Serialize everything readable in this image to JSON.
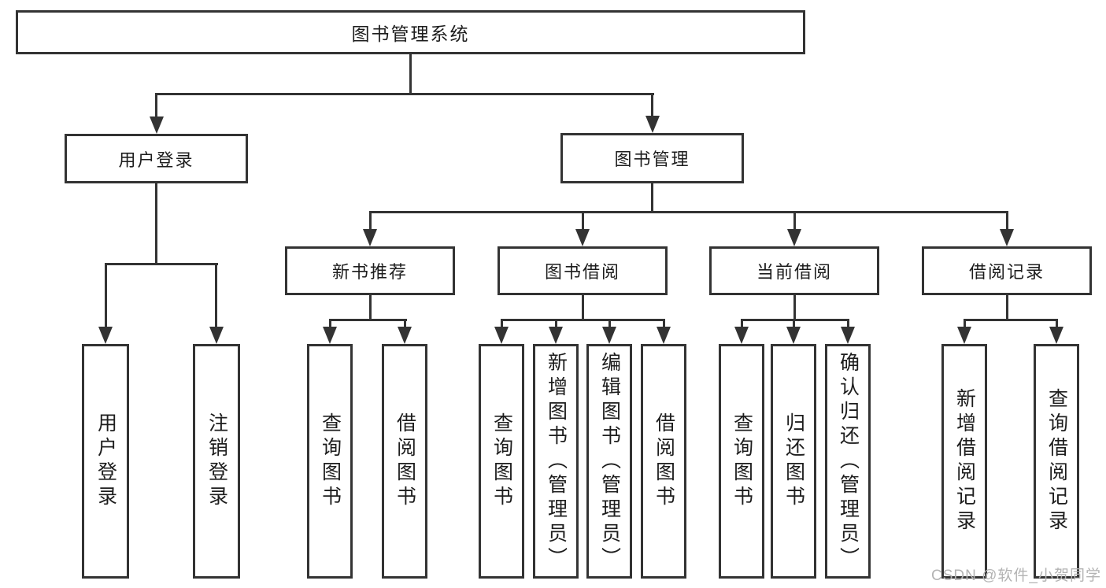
{
  "diagram": {
    "root": {
      "label": "图书管理系统"
    },
    "level2": [
      {
        "label": "用户登录"
      },
      {
        "label": "图书管理"
      }
    ],
    "level3": [
      {
        "label": "新书推荐"
      },
      {
        "label": "图书借阅"
      },
      {
        "label": "当前借阅"
      },
      {
        "label": "借阅记录"
      }
    ],
    "leaves": [
      {
        "label": "用户登录"
      },
      {
        "label": "注销登录"
      },
      {
        "label": "查询图书"
      },
      {
        "label": "借阅图书"
      },
      {
        "label": "查询图书"
      },
      {
        "label": "新增图书（管理员）"
      },
      {
        "label": "编辑图书（管理员）"
      },
      {
        "label": "借阅图书"
      },
      {
        "label": "查询图书"
      },
      {
        "label": "归还图书"
      },
      {
        "label": "确认归还（管理员）"
      },
      {
        "label": "新增借阅记录"
      },
      {
        "label": "查询借阅记录"
      }
    ],
    "colors": {
      "line": "#333333",
      "text": "#1d1d1d",
      "box_background": "#ffffff"
    }
  },
  "watermark": {
    "text": "CSDN @软件_小贺同学",
    "color": "#b3b3b3"
  }
}
